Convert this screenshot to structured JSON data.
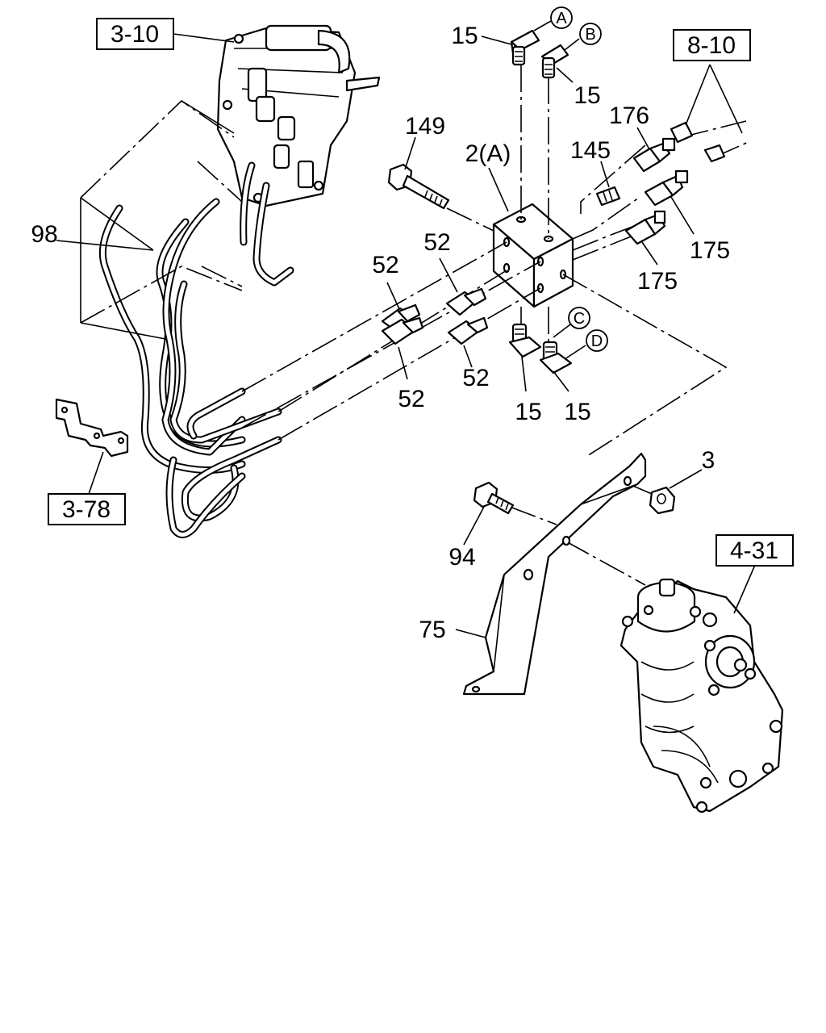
{
  "ref_boxes": [
    {
      "id": "ref-3-10",
      "text": "3-10"
    },
    {
      "id": "ref-8-10",
      "text": "8-10"
    },
    {
      "id": "ref-3-78",
      "text": "3-78"
    },
    {
      "id": "ref-4-31",
      "text": "4-31"
    }
  ],
  "part_labels": [
    {
      "id": "p15a",
      "text": "15"
    },
    {
      "id": "p15b",
      "text": "15"
    },
    {
      "id": "p149",
      "text": "149"
    },
    {
      "id": "p2a",
      "text": "2(A)"
    },
    {
      "id": "p176",
      "text": "176"
    },
    {
      "id": "p145",
      "text": "145"
    },
    {
      "id": "p175a",
      "text": "175"
    },
    {
      "id": "p175b",
      "text": "175"
    },
    {
      "id": "p98",
      "text": "98"
    },
    {
      "id": "p52a",
      "text": "52"
    },
    {
      "id": "p52b",
      "text": "52"
    },
    {
      "id": "p52c",
      "text": "52"
    },
    {
      "id": "p52d",
      "text": "52"
    },
    {
      "id": "p15c",
      "text": "15"
    },
    {
      "id": "p15d",
      "text": "15"
    },
    {
      "id": "p3",
      "text": "3"
    },
    {
      "id": "p94",
      "text": "94"
    },
    {
      "id": "p75",
      "text": "75"
    }
  ],
  "circle_labels": [
    {
      "id": "cA",
      "text": "A"
    },
    {
      "id": "cB",
      "text": "B"
    },
    {
      "id": "cC",
      "text": "C"
    },
    {
      "id": "cD",
      "text": "D"
    }
  ]
}
